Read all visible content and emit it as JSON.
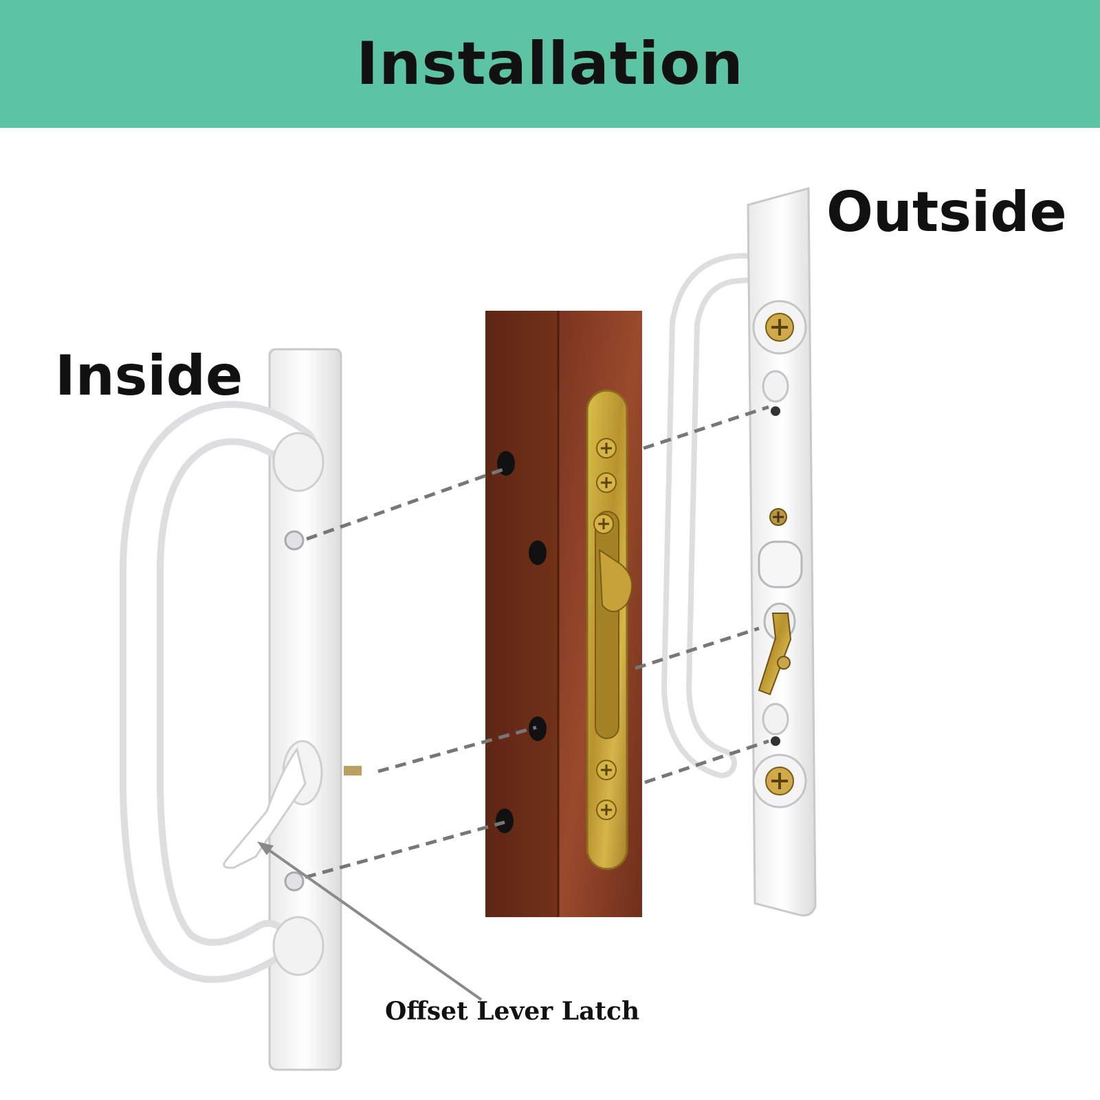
{
  "header": {
    "title": "Installation"
  },
  "labels": {
    "inside": "Inside",
    "outside": "Outside",
    "offset_lever_latch": "Offset Lever Latch"
  },
  "colors": {
    "banner": "#5cc3a3",
    "door_wood": "#8a3f26",
    "handle": "#ffffff",
    "mortise_brass": "#c9a63a",
    "dashed_guides": "#777777"
  },
  "icons": {
    "screw": "phillips-screw-icon"
  }
}
